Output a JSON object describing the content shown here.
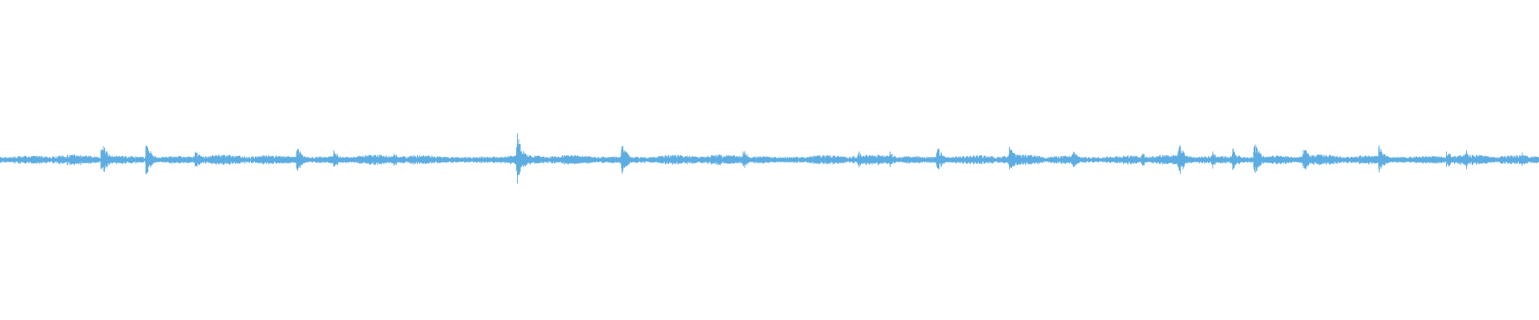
{
  "waveform": {
    "color": "#5dade2",
    "background": "#ffffff",
    "baseline_amplitude": 0.035,
    "transient_positions": [
      0.066,
      0.095,
      0.127,
      0.193,
      0.217,
      0.256,
      0.336,
      0.404,
      0.483,
      0.558,
      0.578,
      0.609,
      0.656,
      0.697,
      0.742,
      0.766,
      0.788,
      0.801,
      0.815,
      0.847,
      0.896,
      0.94,
      0.952,
      0.989
    ],
    "transient_amplitudes": [
      0.13,
      0.12,
      0.07,
      0.09,
      0.07,
      0.05,
      0.18,
      0.11,
      0.07,
      0.06,
      0.06,
      0.09,
      0.09,
      0.07,
      0.06,
      0.12,
      0.06,
      0.08,
      0.13,
      0.09,
      0.1,
      0.07,
      0.08,
      0.05
    ]
  }
}
